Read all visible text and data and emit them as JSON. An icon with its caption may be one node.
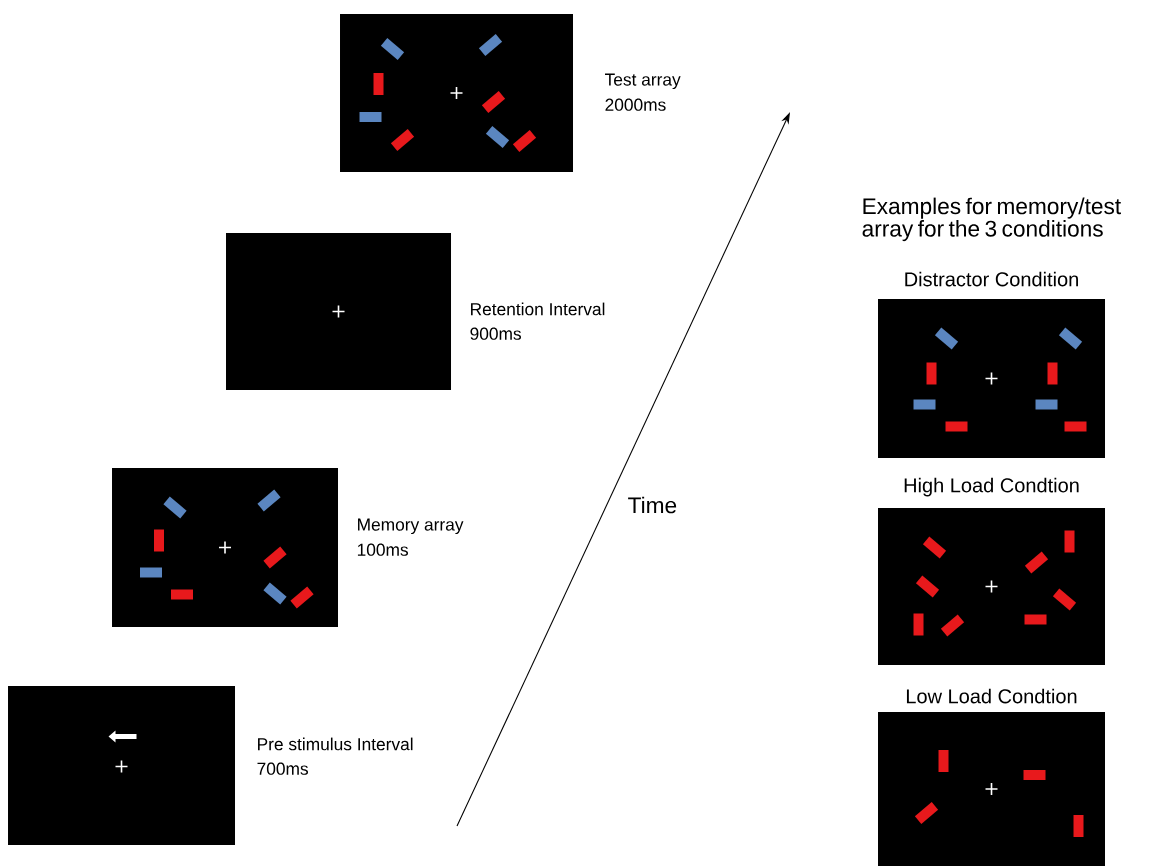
{
  "diagram": {
    "nodes": [
      {
        "text": [],
        "shape": "picture",
        "beside": [
          "Test array",
          "2000ms"
        ]
      },
      {
        "text": [],
        "shape": "picture",
        "beside": [
          "Retention Interval",
          "900ms"
        ]
      },
      {
        "text": [],
        "shape": "picture",
        "beside": [
          "Memory array",
          "100ms"
        ]
      },
      {
        "text": [],
        "shape": "picture",
        "beside": [
          "Pre stimulus Interval",
          "700ms"
        ]
      },
      {
        "text": [
          "Distractor Condition"
        ]
      },
      {
        "text": [
          "High Load Condtion"
        ]
      },
      {
        "text": [
          "Low Load Condtion"
        ]
      }
    ],
    "labels": [
      "Time",
      "Examples for memory/test array for the 3 conditions"
    ]
  }
}
